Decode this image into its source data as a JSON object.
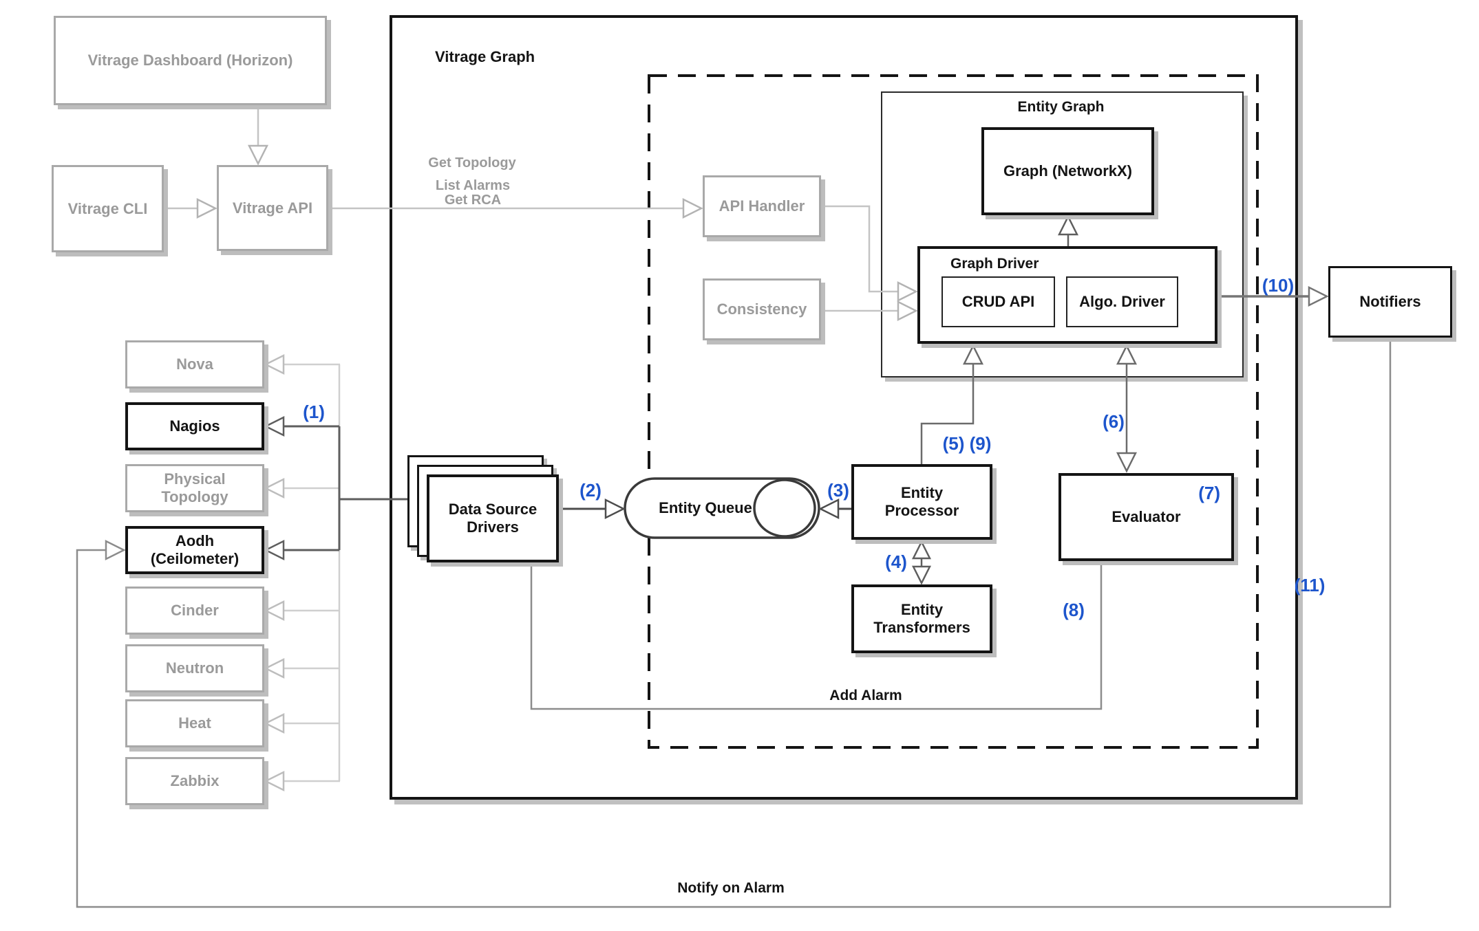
{
  "colors": {
    "accent_blue": "#1d55cc",
    "gray_text": "#9a9a9a",
    "dark": "#141414"
  },
  "external": {
    "dashboard": "Vitrage Dashboard (Horizon)",
    "cli": "Vitrage CLI",
    "api": "Vitrage API",
    "notifiers": "Notifiers"
  },
  "vitrage_graph": {
    "title": "Vitrage Graph",
    "api_handler": "API Handler",
    "consistency": "Consistency",
    "data_source_drivers": "Data Source Drivers",
    "entity_queue": "Entity Queue",
    "entity_processor": "Entity Processor",
    "entity_transformers": "Entity Transformers",
    "evaluator": "Evaluator",
    "entity_graph": {
      "title": "Entity Graph",
      "graph_networkx": "Graph (NetworkX)",
      "graph_driver": {
        "title": "Graph Driver",
        "crud_api": "CRUD API",
        "algo_driver": "Algo. Driver"
      }
    }
  },
  "data_sources": [
    {
      "label": "Nova",
      "active": false
    },
    {
      "label": "Nagios",
      "active": true
    },
    {
      "label": "Physical Topology",
      "active": false
    },
    {
      "label": "Aodh (Ceilometer)",
      "active": true
    },
    {
      "label": "Cinder",
      "active": false
    },
    {
      "label": "Neutron",
      "active": false
    },
    {
      "label": "Heat",
      "active": false
    },
    {
      "label": "Zabbix",
      "active": false
    }
  ],
  "flow_labels": {
    "get_topology": "Get Topology",
    "list_alarms": "List Alarms",
    "get_rca": "Get RCA",
    "add_alarm": "Add Alarm",
    "notify_on_alarm": "Notify on Alarm"
  },
  "steps": {
    "s1": "(1)",
    "s2": "(2)",
    "s3": "(3)",
    "s4": "(4)",
    "s5_9": "(5) (9)",
    "s6": "(6)",
    "s7": "(7)",
    "s8": "(8)",
    "s10": "(10)",
    "s11": "(11)"
  }
}
